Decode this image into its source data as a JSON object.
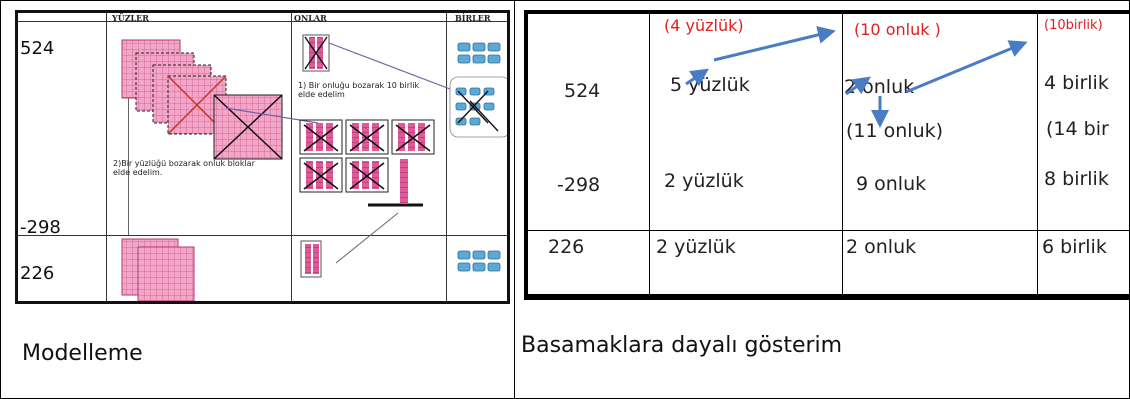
{
  "modelling": {
    "headers": {
      "hundreds": "YÜZLER",
      "tens": "ONLAR",
      "ones": "BİRLER"
    },
    "numbers": {
      "top": "524",
      "subtract": "-298",
      "result": "226"
    },
    "note_tens": "1) Bir onluğu bozarak 10 birlik elde edelim",
    "note_hundreds": "2)Bir yüzlüğü bozarak onluk bloklar elde edelim.",
    "caption": "Modelleme"
  },
  "place_value": {
    "rows": [
      {
        "number": "524",
        "hundreds": "5 yüzlük",
        "tens": "2 onluk",
        "ones": "4 birlik"
      },
      {
        "number": "-298",
        "hundreds": "2 yüzlük",
        "tens": "9 onluk",
        "ones": "8 birlik"
      },
      {
        "number": "226",
        "hundreds": "2 yüzlük",
        "tens": "2 onluk",
        "ones": "6 birlik"
      }
    ],
    "regroup": {
      "hundreds": "(4 yüzlük)",
      "tens": "(10 onluk )",
      "ones": "(10birlik)"
    },
    "regroup_after": {
      "tens": "(11 onluk)",
      "ones": "(14 bir"
    },
    "caption": "Basamaklara dayalı gösterim"
  },
  "colors": {
    "red_note": "#e02020",
    "arrow_blue": "#4a7cc4",
    "block_pink": "#f3a6c8",
    "ones_cube": "#5aa9d6"
  }
}
